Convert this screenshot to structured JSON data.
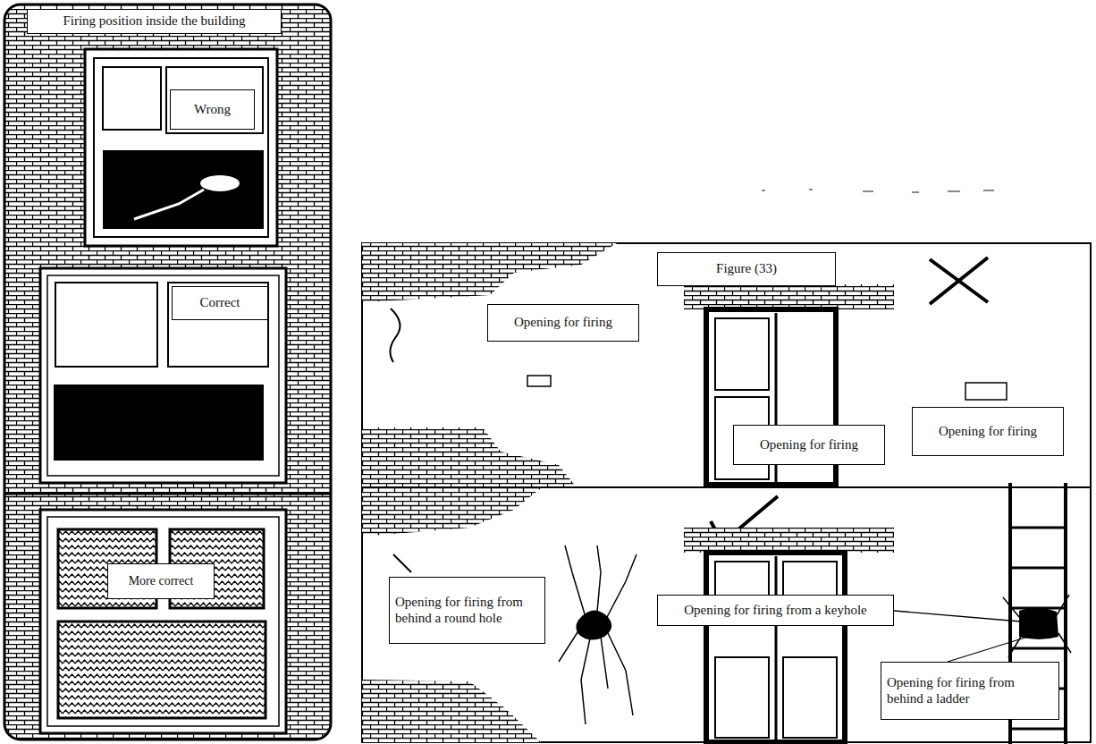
{
  "diagram": {
    "nodes": [
      {
        "text": [
          "Firing position inside the building"
        ]
      },
      {
        "text": [
          "Wrong"
        ]
      },
      {
        "text": [
          "Correct"
        ]
      },
      {
        "text": [
          "More correct"
        ]
      },
      {
        "text": [
          "Figure (33)"
        ]
      },
      {
        "text": [
          "Opening for firing"
        ]
      },
      {
        "text": [
          "Opening for firing"
        ]
      },
      {
        "text": [
          "Opening for firing"
        ]
      },
      {
        "text": [
          "Opening for firing from behind a round hole"
        ]
      },
      {
        "text": [
          "Opening for firing from a keyhole"
        ]
      },
      {
        "text": [
          "Opening for firing from behind a ladder"
        ]
      }
    ]
  }
}
